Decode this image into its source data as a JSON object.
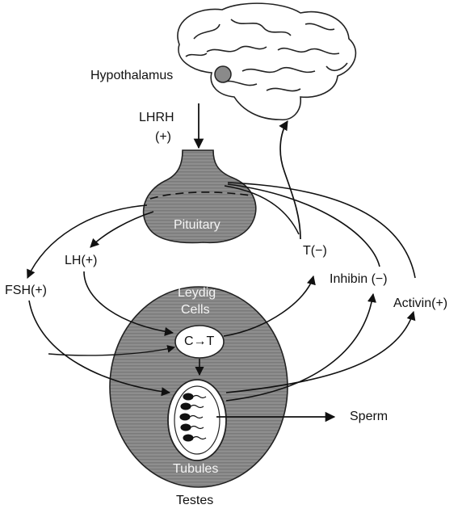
{
  "labels": {
    "hypothalamus": "Hypothalamus",
    "lhrh": "LHRH",
    "lhrh_sign": "(+)",
    "pituitary": "Pituitary",
    "lh": "LH(+)",
    "fsh": "FSH(+)",
    "t_neg": "T(−)",
    "inhibin": "Inhibin (−)",
    "activin": "Activin(+)",
    "leydig_line1": "Leydig",
    "leydig_line2": "Cells",
    "conversion": "C→T",
    "sperm": "Sperm",
    "tubules": "Tubules",
    "testes": "Testes"
  },
  "colors": {
    "ink": "#111111",
    "gland_fill": "#8c8c8c",
    "testis_fill": "#8f8f8f",
    "background": "#ffffff"
  },
  "icons": {
    "brain": "brain-icon",
    "sperm_cells": "sperm-cell-icon"
  }
}
